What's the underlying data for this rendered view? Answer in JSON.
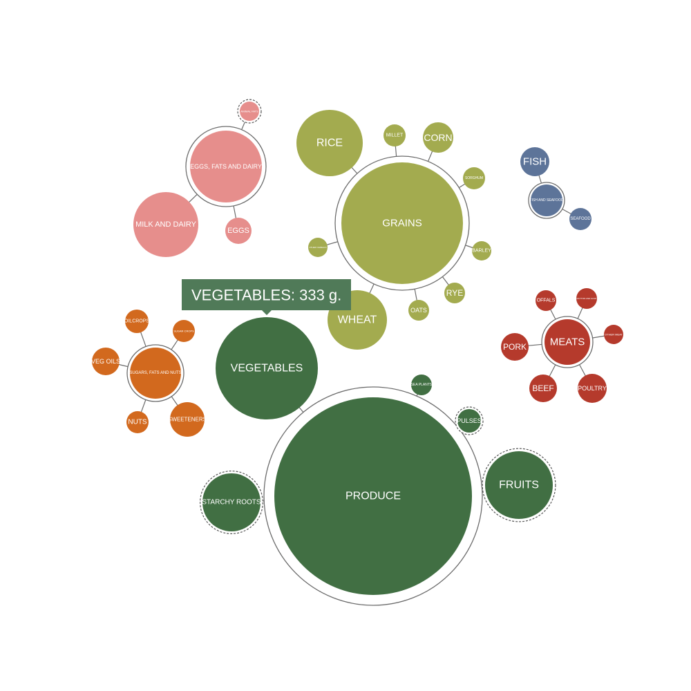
{
  "colors": {
    "eggs_fats_dairy": "#e68e8c",
    "grains": "#a3ab4f",
    "fish_seafood": "#5d7499",
    "meats": "#b53a2c",
    "sugars_fats_nuts": "#d2691e",
    "produce": "#416f43",
    "ring": "#6b6b6b",
    "tooltip_bg": "#507a58"
  },
  "tooltip": {
    "text": "VEGETABLES: 333 g."
  },
  "nodes": [
    {
      "id": "eggs-fats-and-dairy",
      "label": "EGGS, FATS AND DAIRY",
      "group": "eggs_fats_dairy",
      "hub": true
    },
    {
      "id": "animal-fats",
      "label": "ANIMAL FATS",
      "group": "eggs_fats_dairy",
      "dashed": true
    },
    {
      "id": "milk-and-dairy",
      "label": "MILK AND DAIRY",
      "group": "eggs_fats_dairy"
    },
    {
      "id": "eggs",
      "label": "EGGS",
      "group": "eggs_fats_dairy"
    },
    {
      "id": "grains",
      "label": "GRAINS",
      "group": "grains",
      "hub": true
    },
    {
      "id": "rice",
      "label": "RICE",
      "group": "grains"
    },
    {
      "id": "millet",
      "label": "MILLET",
      "group": "grains"
    },
    {
      "id": "corn",
      "label": "CORN",
      "group": "grains"
    },
    {
      "id": "sorghum",
      "label": "SORGHUM",
      "group": "grains"
    },
    {
      "id": "barley",
      "label": "BARLEY",
      "group": "grains"
    },
    {
      "id": "rye",
      "label": "RYE",
      "group": "grains"
    },
    {
      "id": "oats",
      "label": "OATS",
      "group": "grains"
    },
    {
      "id": "wheat",
      "label": "WHEAT",
      "group": "grains"
    },
    {
      "id": "other-cereals",
      "label": "OTHER CEREALS",
      "group": "grains"
    },
    {
      "id": "fish-and-seafood",
      "label": "FISH AND SEAFOOD",
      "group": "fish_seafood",
      "hub": true
    },
    {
      "id": "fish",
      "label": "FISH",
      "group": "fish_seafood"
    },
    {
      "id": "seafood",
      "label": "SEAFOOD",
      "group": "fish_seafood"
    },
    {
      "id": "meats",
      "label": "MEATS",
      "group": "meats",
      "hub": true
    },
    {
      "id": "offals",
      "label": "OFFALS",
      "group": "meats"
    },
    {
      "id": "mutton-and-goat",
      "label": "MUTTON AND GOAT",
      "group": "meats"
    },
    {
      "id": "other-meat",
      "label": "OTHER MEAT",
      "group": "meats"
    },
    {
      "id": "pork",
      "label": "PORK",
      "group": "meats"
    },
    {
      "id": "beef",
      "label": "BEEF",
      "group": "meats"
    },
    {
      "id": "poultry",
      "label": "POULTRY",
      "group": "meats"
    },
    {
      "id": "sugars-fats-and-nuts",
      "label": "SUGARS, FATS AND NUTS",
      "group": "sugars_fats_nuts",
      "hub": true
    },
    {
      "id": "oilcrops",
      "label": "OILCROPS",
      "group": "sugars_fats_nuts"
    },
    {
      "id": "sugar-crops",
      "label": "SUGAR CROPS",
      "group": "sugars_fats_nuts"
    },
    {
      "id": "veg-oils",
      "label": "VEG OILS",
      "group": "sugars_fats_nuts"
    },
    {
      "id": "nuts",
      "label": "NUTS",
      "group": "sugars_fats_nuts"
    },
    {
      "id": "sweeteners",
      "label": "SWEETENERS",
      "group": "sugars_fats_nuts"
    },
    {
      "id": "produce",
      "label": "PRODUCE",
      "group": "produce",
      "hub": true
    },
    {
      "id": "vegetables",
      "label": "VEGETABLES",
      "group": "produce"
    },
    {
      "id": "sea-plants",
      "label": "SEA PLANTS",
      "group": "produce"
    },
    {
      "id": "pulses",
      "label": "PULSES",
      "group": "produce",
      "dashed": true
    },
    {
      "id": "fruits",
      "label": "FRUITS",
      "group": "produce",
      "dashed": true
    },
    {
      "id": "starchy-roots",
      "label": "STARCHY ROOTS",
      "group": "produce",
      "dashed": true
    }
  ],
  "edges": [
    [
      "eggs-fats-and-dairy",
      "animal-fats"
    ],
    [
      "eggs-fats-and-dairy",
      "milk-and-dairy"
    ],
    [
      "eggs-fats-and-dairy",
      "eggs"
    ],
    [
      "grains",
      "rice"
    ],
    [
      "grains",
      "millet"
    ],
    [
      "grains",
      "corn"
    ],
    [
      "grains",
      "sorghum"
    ],
    [
      "grains",
      "barley"
    ],
    [
      "grains",
      "rye"
    ],
    [
      "grains",
      "oats"
    ],
    [
      "grains",
      "wheat"
    ],
    [
      "grains",
      "other-cereals"
    ],
    [
      "fish-and-seafood",
      "fish"
    ],
    [
      "fish-and-seafood",
      "seafood"
    ],
    [
      "meats",
      "offals"
    ],
    [
      "meats",
      "mutton-and-goat"
    ],
    [
      "meats",
      "other-meat"
    ],
    [
      "meats",
      "pork"
    ],
    [
      "meats",
      "beef"
    ],
    [
      "meats",
      "poultry"
    ],
    [
      "sugars-fats-and-nuts",
      "oilcrops"
    ],
    [
      "sugars-fats-and-nuts",
      "sugar-crops"
    ],
    [
      "sugars-fats-and-nuts",
      "veg-oils"
    ],
    [
      "sugars-fats-and-nuts",
      "nuts"
    ],
    [
      "sugars-fats-and-nuts",
      "sweeteners"
    ],
    [
      "produce",
      "vegetables"
    ],
    [
      "produce",
      "sea-plants"
    ],
    [
      "produce",
      "pulses"
    ],
    [
      "produce",
      "fruits"
    ],
    [
      "produce",
      "starchy-roots"
    ]
  ]
}
